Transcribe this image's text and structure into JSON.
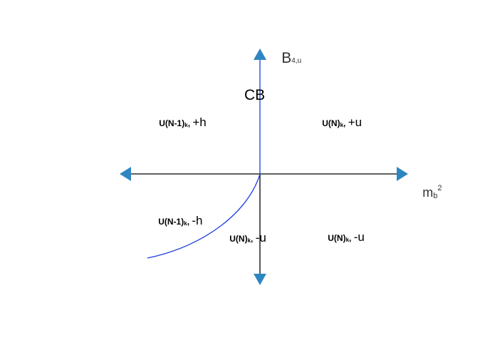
{
  "colors": {
    "axis": "#000000",
    "arrowhead": "#2e86c1",
    "boundary": "#1a3fe0",
    "text": "#000000",
    "axis_label_text": "#333333"
  },
  "axes": {
    "vertical": {
      "label_main": "B",
      "label_sub": "4,u"
    },
    "horizontal": {
      "label_main": "m",
      "label_sub": "b",
      "label_sup": "2"
    }
  },
  "boundary_label": "CB",
  "regions": {
    "upper_left": {
      "main": "U(N-1)",
      "sub": "k",
      "sep": ", ",
      "sign": "+h"
    },
    "upper_right": {
      "main": "U(N)",
      "sub": "k",
      "sep": ", ",
      "sign": "+u"
    },
    "lower_left_outer": {
      "main": "U(N-1)",
      "sub": "k",
      "sep": ", ",
      "sign": "-h"
    },
    "lower_left_inner": {
      "main": "U(N)",
      "sub": "k",
      "sep": ", ",
      "sign": "-u"
    },
    "lower_right": {
      "main": "U(N)",
      "sub": "k",
      "sep": ", ",
      "sign": "-u"
    }
  }
}
